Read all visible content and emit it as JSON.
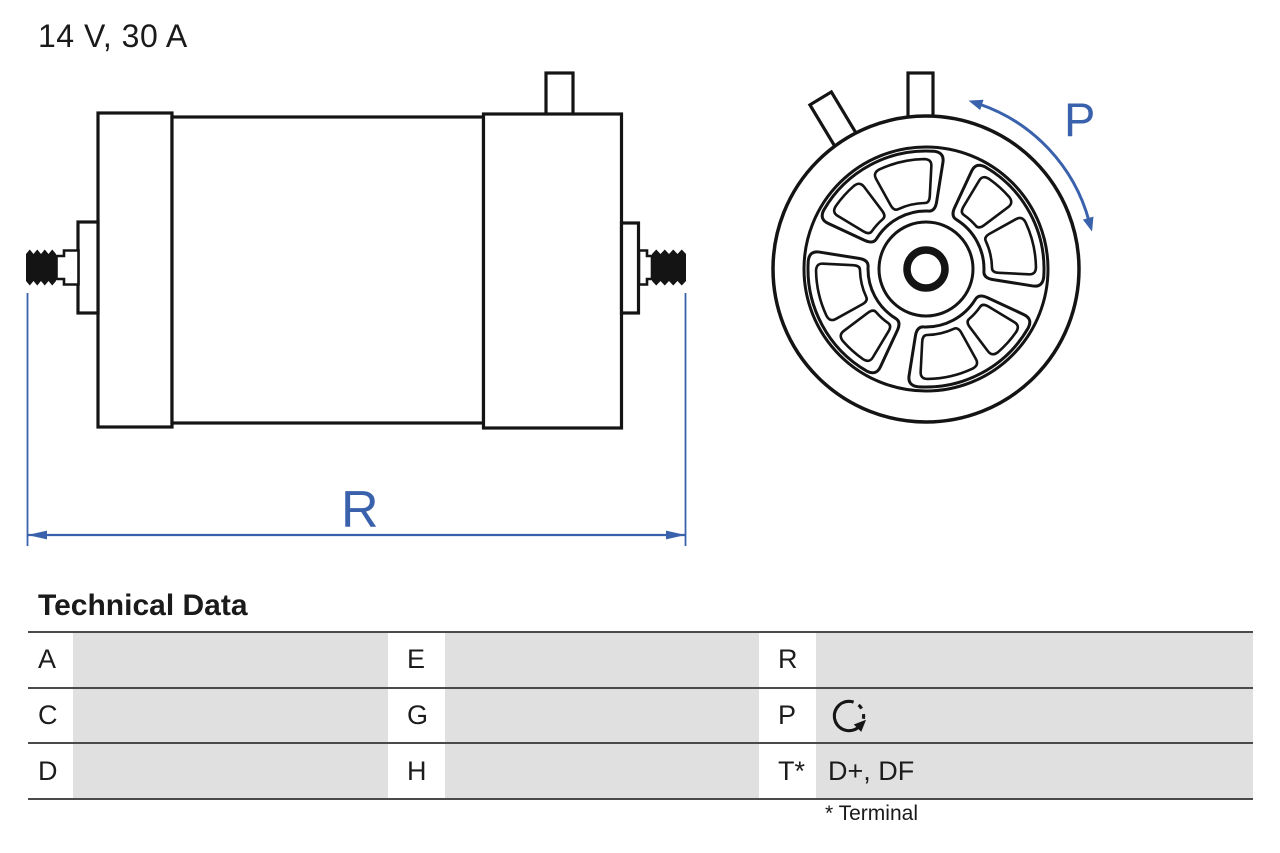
{
  "product": {
    "rating": "14 V, 30 A"
  },
  "diagram": {
    "dimension_label": "R",
    "pulley_rotation_label": "P",
    "icons": {
      "side_view": "alternator-side-view-drawing",
      "front_view": "pulley-front-view-drawing",
      "rotation": "rotation-direction-arc-icon"
    }
  },
  "technical_data": {
    "title": "Technical Data",
    "footnote": "* Terminal",
    "rows": [
      {
        "cells": [
          {
            "label": "A",
            "value": ""
          },
          {
            "label": "E",
            "value": ""
          },
          {
            "label": "R",
            "value": ""
          }
        ]
      },
      {
        "cells": [
          {
            "label": "C",
            "value": ""
          },
          {
            "label": "G",
            "value": ""
          },
          {
            "label": "P",
            "value": "",
            "icon": "rotation-clockwise-icon"
          }
        ]
      },
      {
        "cells": [
          {
            "label": "D",
            "value": ""
          },
          {
            "label": "H",
            "value": ""
          },
          {
            "label": "T*",
            "value": "D+, DF"
          }
        ]
      }
    ]
  },
  "colors": {
    "accent_blue": "#3a62ac",
    "line_black": "#141414",
    "table_rule": "#4a4a4a",
    "cell_gray": "#e0e0e0"
  }
}
